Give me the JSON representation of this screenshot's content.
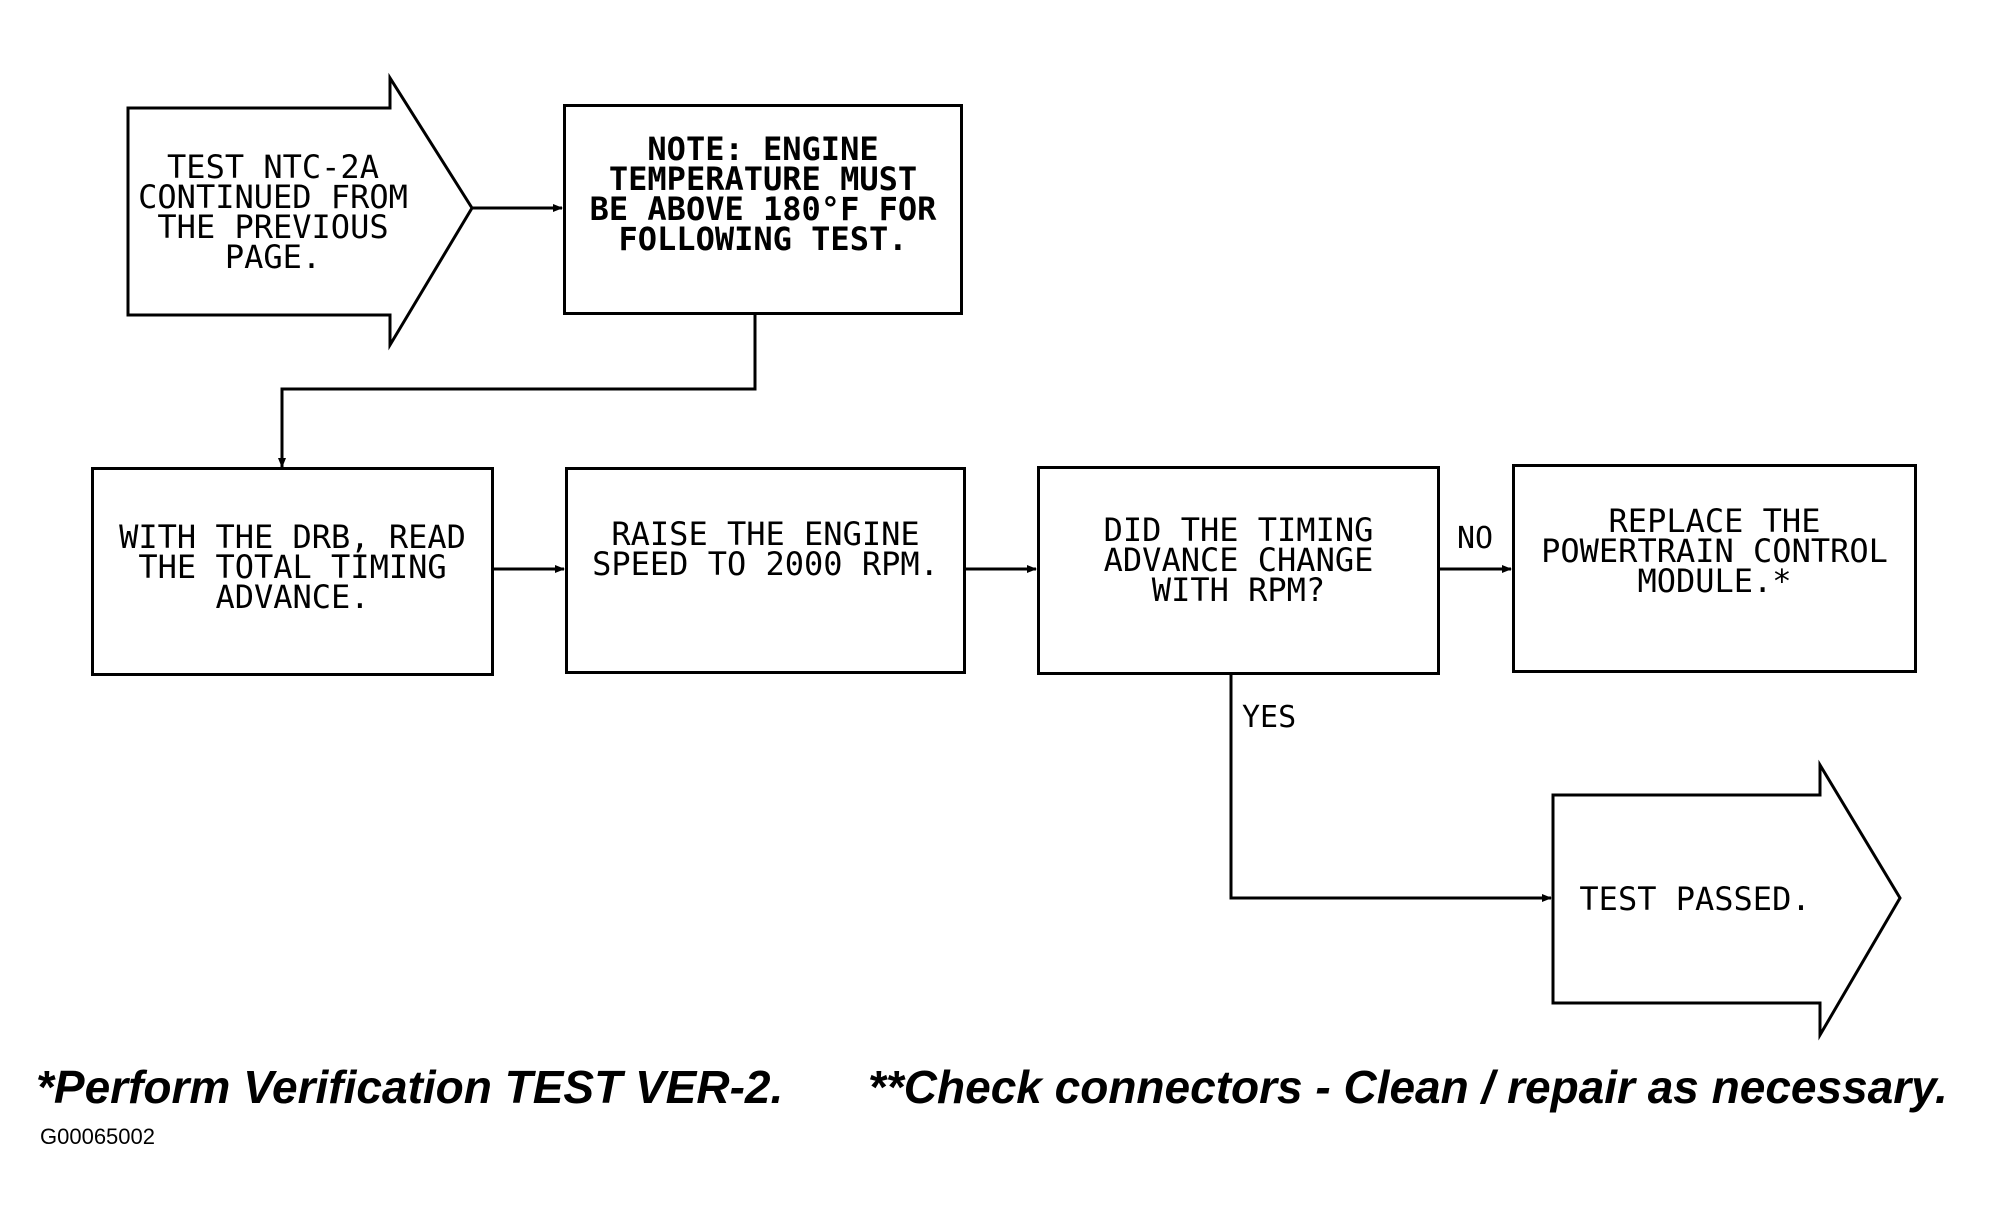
{
  "start": {
    "text": "TEST NTC-2A\nCONTINUED FROM\nTHE PREVIOUS\nPAGE."
  },
  "note": {
    "text": "NOTE:  ENGINE\nTEMPERATURE MUST\nBE ABOVE 180°F FOR\nFOLLOWING TEST."
  },
  "step1": {
    "text": "WITH THE DRB, READ\nTHE TOTAL TIMING\nADVANCE."
  },
  "step2": {
    "text": "RAISE THE ENGINE\nSPEED TO 2000 RPM."
  },
  "decision": {
    "text": "DID THE TIMING\nADVANCE CHANGE\nWITH RPM?"
  },
  "replace": {
    "text": "REPLACE THE\nPOWERTRAIN CONTROL\nMODULE.*"
  },
  "passed": {
    "text": "TEST PASSED."
  },
  "labels": {
    "no": "NO",
    "yes": "YES"
  },
  "footnotes": {
    "verification": "*Perform Verification TEST VER-2.",
    "connectors": "**Check connectors - Clean / repair as necessary."
  },
  "figure_id": "G00065002"
}
